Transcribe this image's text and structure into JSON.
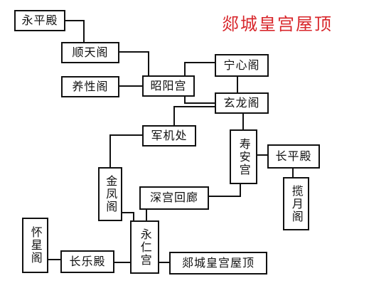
{
  "title": "郯城皇宫屋顶",
  "colors": {
    "title": "#d8262b",
    "line": "#111111",
    "box_border": "#111111"
  },
  "nodes": {
    "yongping": "永平殿",
    "shuntian": "顺天阁",
    "yangxing": "养性阁",
    "zhaoyang": "昭阳宫",
    "ningxin": "宁心阁",
    "xuanlong": "玄龙阁",
    "junji": "军机处",
    "shouan": "寿安宫",
    "changping": "长平殿",
    "lanyue": "揽月阁",
    "jinfeng": "金凤阁",
    "shengong": "深宫回廊",
    "huaixing": "怀星阁",
    "changle": "长乐殿",
    "yongren": "永仁宫",
    "tancheng": "郯城皇宫屋顶"
  }
}
